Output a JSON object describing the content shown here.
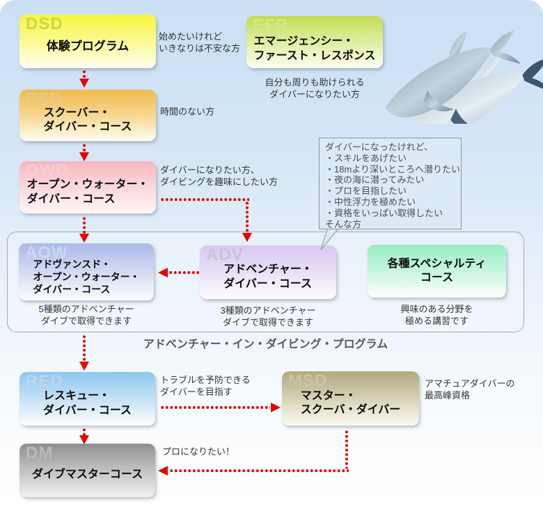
{
  "colors": {
    "arrow": "#e60000",
    "background_top": "#cbe0f4",
    "background_bottom": "#ffffff",
    "callout_bg": "#dce9f7"
  },
  "courses": {
    "dsd": {
      "abbr": "DSD",
      "accent": "#f8f53e",
      "title": [
        "体験プログラム"
      ],
      "note": [
        "始めたいけれど",
        "いきなりは不安な方"
      ]
    },
    "efr": {
      "abbr": "EFR",
      "accent": "#c2dd54",
      "title": [
        "エマージェンシー・",
        "ファースト・レスポンス"
      ],
      "note": [
        "自分も周りも助けられる",
        "ダイバーになりたい方"
      ]
    },
    "psd": {
      "abbr": "PSD",
      "accent": "#f1b94e",
      "title": [
        "スクーバー・",
        "ダイバー・コース"
      ],
      "note": [
        "時間のない方"
      ]
    },
    "owd": {
      "abbr": "OWD",
      "accent": "#f8b5bf",
      "title": [
        "オープン・ウォーター・",
        "ダイバー・コース"
      ],
      "note": [
        "ダイバーになりたい方、",
        "ダイビングを趣味にしたい方"
      ]
    },
    "aow": {
      "abbr": "AOW",
      "accent": "#abbae9",
      "title": [
        "アドヴァンスド・",
        "オープン・ウォーター・",
        "ダイバー・コース"
      ],
      "note": [
        "5種類のアドベンチャー",
        "ダイブで取得できます"
      ]
    },
    "adv": {
      "abbr": "ADV",
      "accent": "#d9c8f1",
      "title": [
        "アドベンチャー・",
        "ダイバー・コース"
      ],
      "note": [
        "3種類のアドベンチャー",
        "ダイブで取得できます"
      ]
    },
    "spc": {
      "abbr": "",
      "accent": "#97eec2",
      "title": [
        "各種スペシャルティ",
        "コース"
      ],
      "note": [
        "興味のある分野を",
        "極める講習です"
      ]
    },
    "red": {
      "abbr": "RED",
      "accent": "#8fc7f0",
      "title": [
        "レスキュー・",
        "ダイバー・コース"
      ],
      "note": [
        "トラブルを予防できる",
        "ダイバーを目指す"
      ]
    },
    "msd": {
      "abbr": "MSD",
      "accent": "#b1a981",
      "title": [
        "マスター・",
        "スクーバ・ダイバー"
      ],
      "note": [
        "アマチュアダイバーの",
        "最高峰資格"
      ]
    },
    "dm": {
      "abbr": "DM",
      "accent": "#8f8f8f",
      "title": [
        "ダイブマスターコース"
      ],
      "note": [
        "プロになりたい！"
      ]
    }
  },
  "callout": {
    "lines": [
      "ダイバーになったけれど、",
      "・スキルをあげたい",
      "・18mより深いところへ潜りたい",
      "・夜の海に潜ってみたい",
      "・プロを目指したい",
      "・中性浮力を極めたい",
      "・資格をいっぱい取得したい",
      "そんな方"
    ]
  },
  "program_group": {
    "label": "アドベンチャー・イン・ダイビング・プログラム"
  },
  "decoration": {
    "dolphins": "two dolphins swimming"
  }
}
